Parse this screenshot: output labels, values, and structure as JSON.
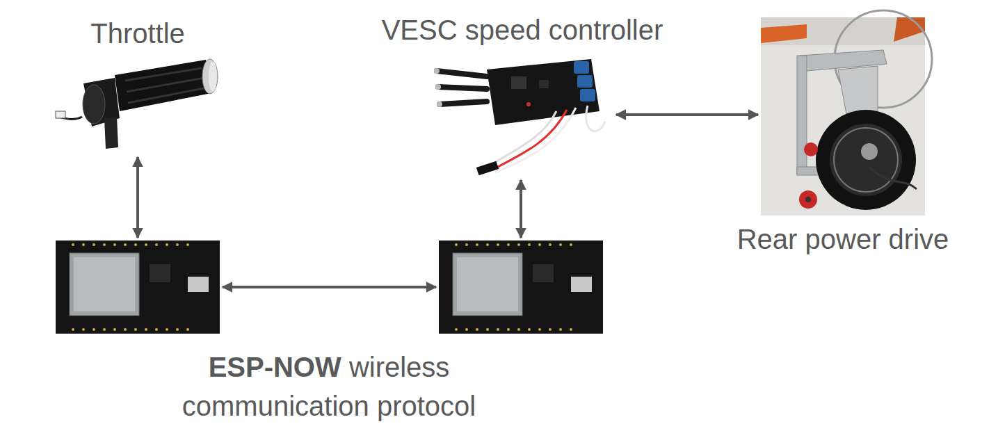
{
  "diagram": {
    "nodes": [
      {
        "text": [
          "Throttle"
        ]
      },
      {
        "text": [
          "VESC speed controller"
        ]
      },
      {
        "text": [
          "Rear power drive"
        ]
      },
      {
        "text": []
      },
      {
        "text": []
      }
    ],
    "edges": [
      {
        "from": 0,
        "to": 3,
        "arrow": "both"
      },
      {
        "from": 3,
        "to": 4,
        "arrow": "both"
      },
      {
        "from": 4,
        "to": 1,
        "arrow": "both"
      },
      {
        "from": 1,
        "to": 2,
        "arrow": "both"
      }
    ],
    "labels": [
      "ESP-NOW",
      "wireless communication protocol"
    ]
  }
}
